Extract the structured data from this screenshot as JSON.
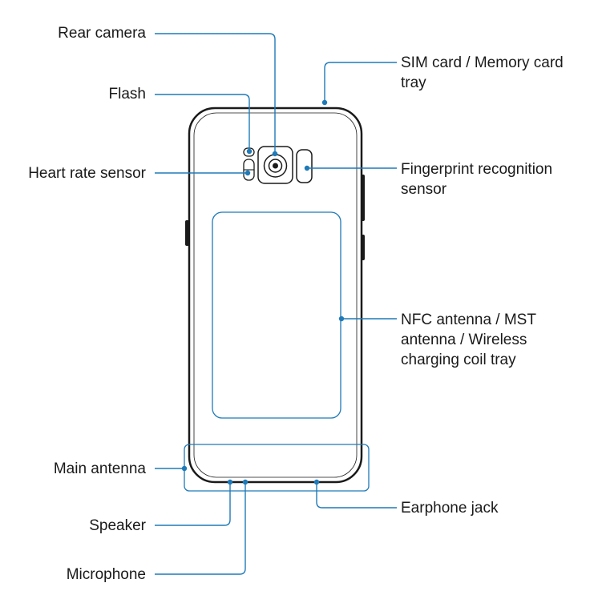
{
  "labels": {
    "rear_camera": "Rear camera",
    "flash": "Flash",
    "heart_rate_sensor": "Heart rate sensor",
    "main_antenna": "Main antenna",
    "speaker": "Speaker",
    "microphone": "Microphone",
    "sim_tray": [
      "SIM card / Memory card",
      "tray"
    ],
    "fingerprint": [
      "Fingerprint recognition",
      "sensor"
    ],
    "nfc": [
      "NFC antenna / MST",
      "antenna / Wireless",
      "charging coil tray"
    ],
    "earphone_jack": "Earphone jack"
  },
  "colors": {
    "leader_line": "#1f7ab8",
    "outline": "#1a1a1a",
    "body_fill": "#ffffff"
  }
}
